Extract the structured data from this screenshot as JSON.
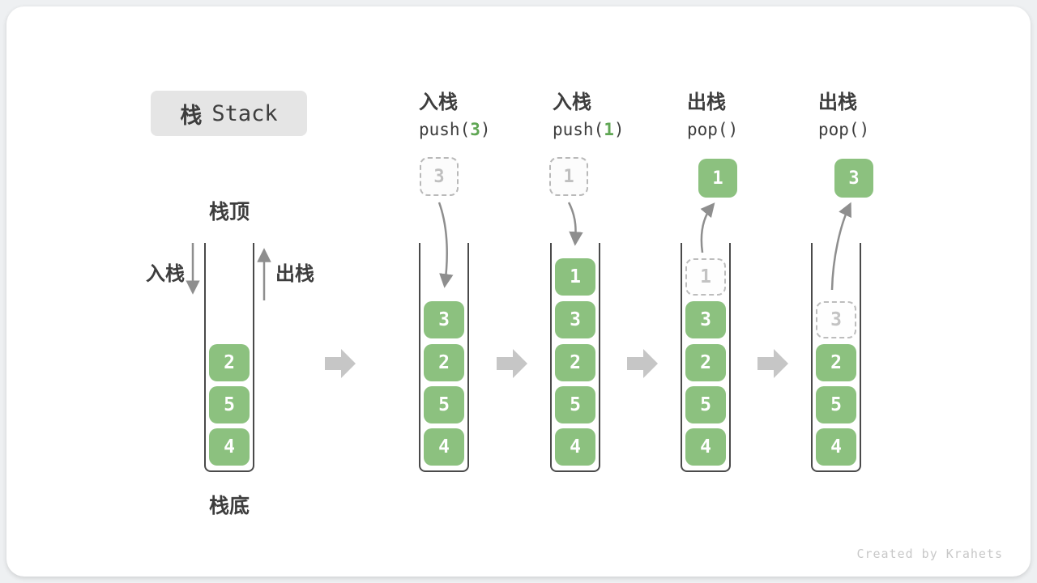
{
  "badge": {
    "zh": "栈",
    "en": "Stack"
  },
  "labels": {
    "stack_top": "栈顶",
    "stack_bottom": "栈底",
    "push": "入栈",
    "pop": "出栈"
  },
  "operations": [
    {
      "kind": "入栈",
      "code": "push(",
      "arg": "3",
      "close": ")"
    },
    {
      "kind": "入栈",
      "code": "push(",
      "arg": "1",
      "close": ")"
    },
    {
      "kind": "出栈",
      "code": "pop(",
      "arg": "",
      "close": ")"
    },
    {
      "kind": "出栈",
      "code": "pop(",
      "arg": "",
      "close": ")"
    }
  ],
  "stacks": [
    {
      "id": "initial",
      "cells": [
        "2",
        "5",
        "4"
      ]
    },
    {
      "id": "after-push-3",
      "incoming": "3",
      "cells": [
        "3",
        "2",
        "5",
        "4"
      ]
    },
    {
      "id": "after-push-1",
      "incoming": "1",
      "cells": [
        "1",
        "3",
        "2",
        "5",
        "4"
      ]
    },
    {
      "id": "after-pop-1",
      "outgoing": "1",
      "ghost": "1",
      "cells": [
        "3",
        "2",
        "5",
        "4"
      ]
    },
    {
      "id": "after-pop-3",
      "outgoing": "3",
      "ghost": "3",
      "cells": [
        "2",
        "5",
        "4"
      ]
    }
  ],
  "footer": {
    "credit": "Created by Krahets"
  },
  "colors": {
    "cell_green": "#8cc17f",
    "code_arg_green": "#5fa653",
    "frame_wall": "#4a4a4a",
    "flow_arrow_gray": "#8e8e8e",
    "block_arrow_gray": "#c6c6c6",
    "ghost_gray": "#bdbdbd",
    "text_dark": "#3d3d3d",
    "badge_bg": "#e5e5e5",
    "credit_gray": "#c8c8c8"
  }
}
